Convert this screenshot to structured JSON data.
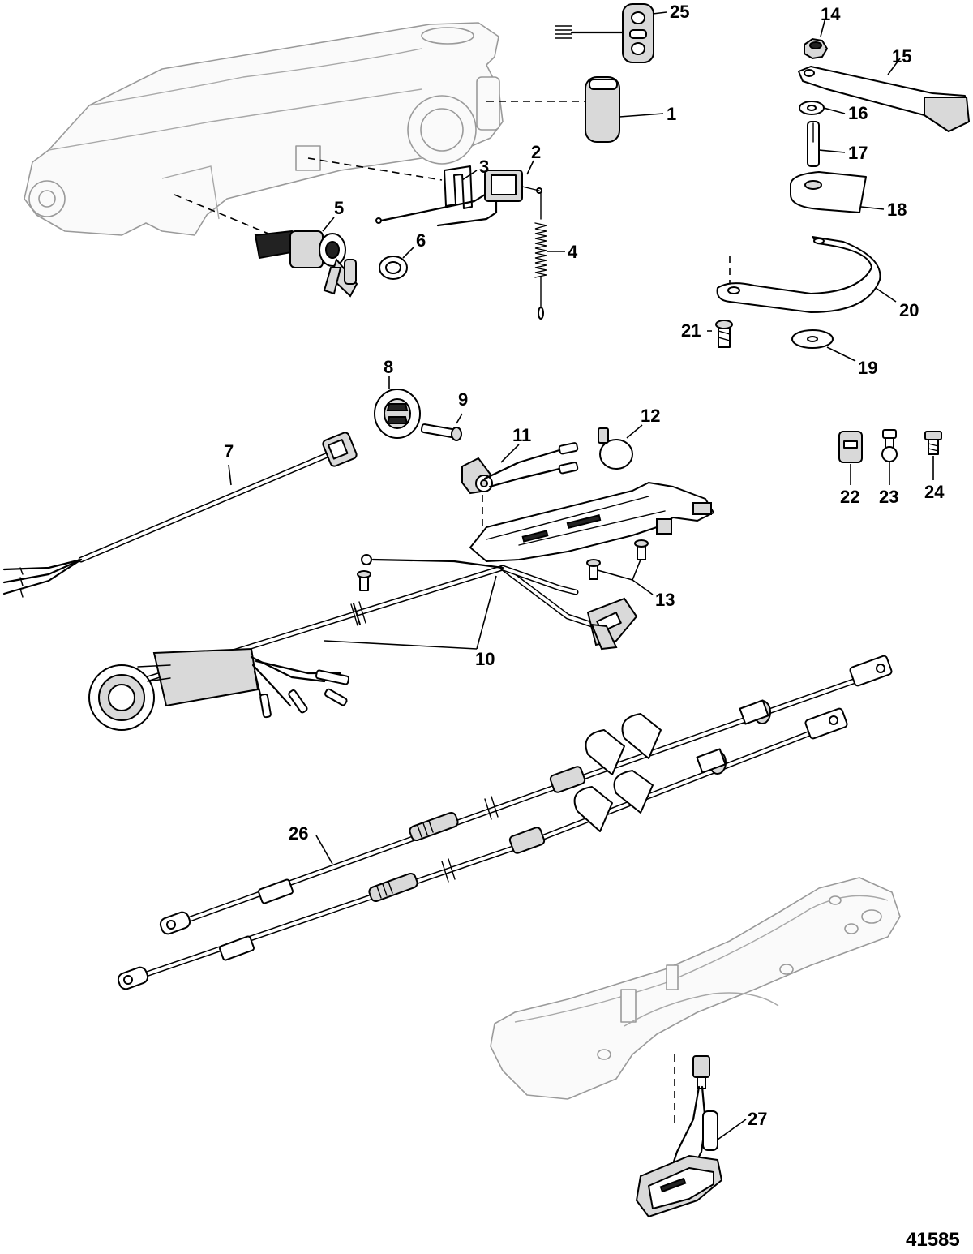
{
  "figure_number": "41585",
  "callouts": {
    "c1": "1",
    "c2": "2",
    "c3": "3",
    "c4": "4",
    "c5": "5",
    "c6": "6",
    "c7": "7",
    "c8": "8",
    "c9": "9",
    "c10": "10",
    "c11": "11",
    "c12": "12",
    "c13": "13",
    "c14": "14",
    "c15": "15",
    "c16": "16",
    "c17": "17",
    "c18": "18",
    "c19": "19",
    "c20": "20",
    "c21": "21",
    "c22": "22",
    "c23": "23",
    "c24": "24",
    "c25": "25",
    "c26": "26",
    "c27": "27"
  }
}
